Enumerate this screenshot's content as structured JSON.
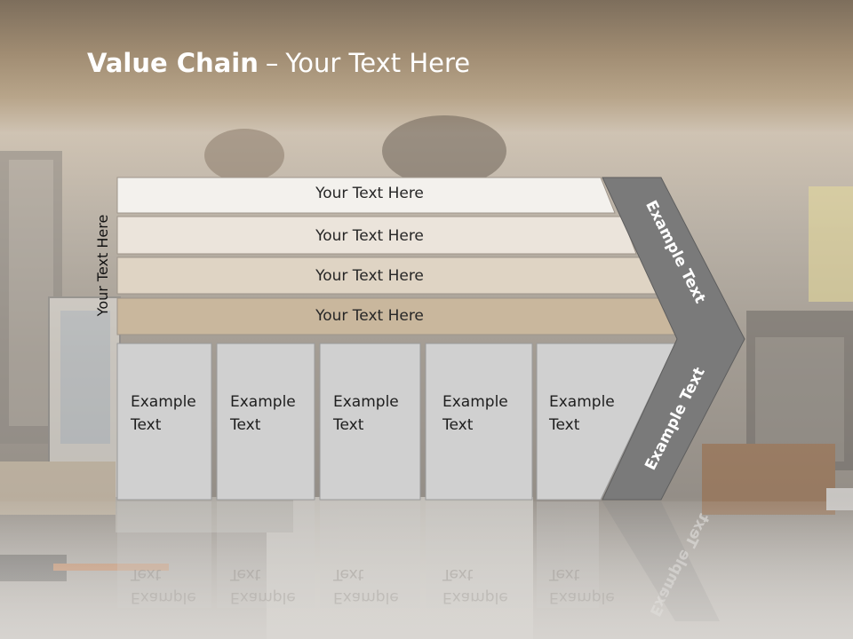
{
  "title": {
    "bold": "Value Chain",
    "separator": "–",
    "rest": "Your Text Here"
  },
  "side_label": "Your Text Here",
  "rows": [
    {
      "label": "Your Text Here",
      "color": "#f3f1ed"
    },
    {
      "label": "Your Text Here",
      "color": "#ebe4db"
    },
    {
      "label": "Your Text Here",
      "color": "#dfd4c4"
    },
    {
      "label": "Your Text Here",
      "color": "#c9b79d"
    }
  ],
  "boxes": [
    {
      "line1": "Example",
      "line2": "Text"
    },
    {
      "line1": "Example",
      "line2": "Text"
    },
    {
      "line1": "Example",
      "line2": "Text"
    },
    {
      "line1": "Example",
      "line2": "Text"
    },
    {
      "line1": "Example",
      "line2": "Text"
    }
  ],
  "chevron": {
    "upper_label": "Example Text",
    "lower_label": "Example Text",
    "color": "#7a7a7a"
  },
  "colors": {
    "box_fill": "#d0d0d0",
    "box_border": "#9a9a9a"
  }
}
